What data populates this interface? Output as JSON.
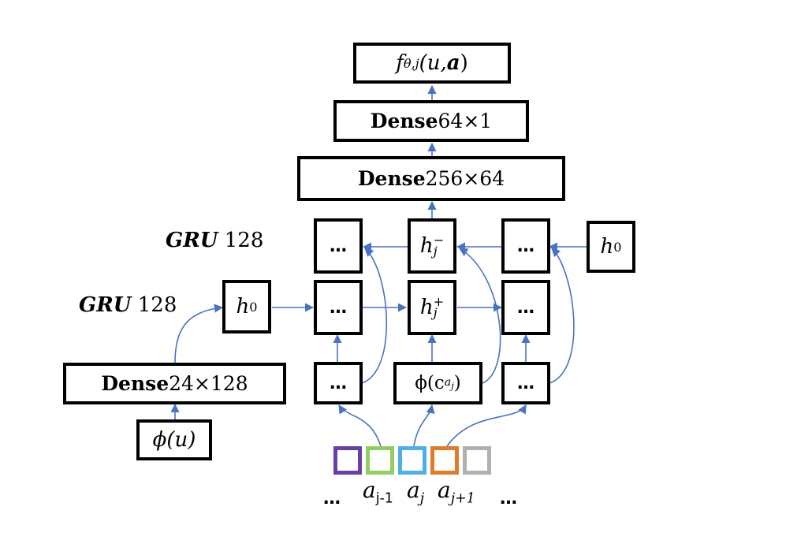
{
  "nodes": {
    "output": {
      "text": "f",
      "sub": "θ,j",
      "args": "(u, ",
      "bold_arg": "a",
      "close": ")"
    },
    "dense_64x1": {
      "bold": "Dense",
      "rest": " 64×1"
    },
    "dense_256x64": {
      "bold": "Dense",
      "rest": " 256×64"
    },
    "dense_24x128": {
      "bold": "Dense",
      "rest": " 24×128"
    },
    "phi_u": {
      "text": "ϕ(u)"
    },
    "h0_left": {
      "base": "h",
      "sup": "0"
    },
    "h0_right": {
      "base": "h",
      "sup": "0"
    },
    "h_minus": {
      "base": "h",
      "sub": "j",
      "sup": "−"
    },
    "h_plus": {
      "base": "h",
      "sub": "j",
      "sup": "+"
    },
    "phi_c": {
      "text": "ϕ(c",
      "sub": "a",
      "subsub": "j",
      "close": ")"
    },
    "ellipsis": "…"
  },
  "labels": {
    "gru_top": {
      "bold": "GRU",
      "rest": " 128"
    },
    "gru_bottom": {
      "bold": "GRU",
      "rest": " 128"
    }
  },
  "sequence": {
    "colors": [
      "#6a3fa8",
      "#8fce5f",
      "#4fb0e6",
      "#e07b2a",
      "#b0b0b0"
    ],
    "labels": {
      "left_dots": "…",
      "a_jm1_base": "a",
      "a_jm1_sub": "j-1",
      "a_j_base": "a",
      "a_j_sub": "j",
      "a_jp1_base": "a",
      "a_jp1_sub": "j+1",
      "right_dots": "…"
    }
  },
  "colors": {
    "arrow": "#4a72c4",
    "border": "#000000"
  }
}
